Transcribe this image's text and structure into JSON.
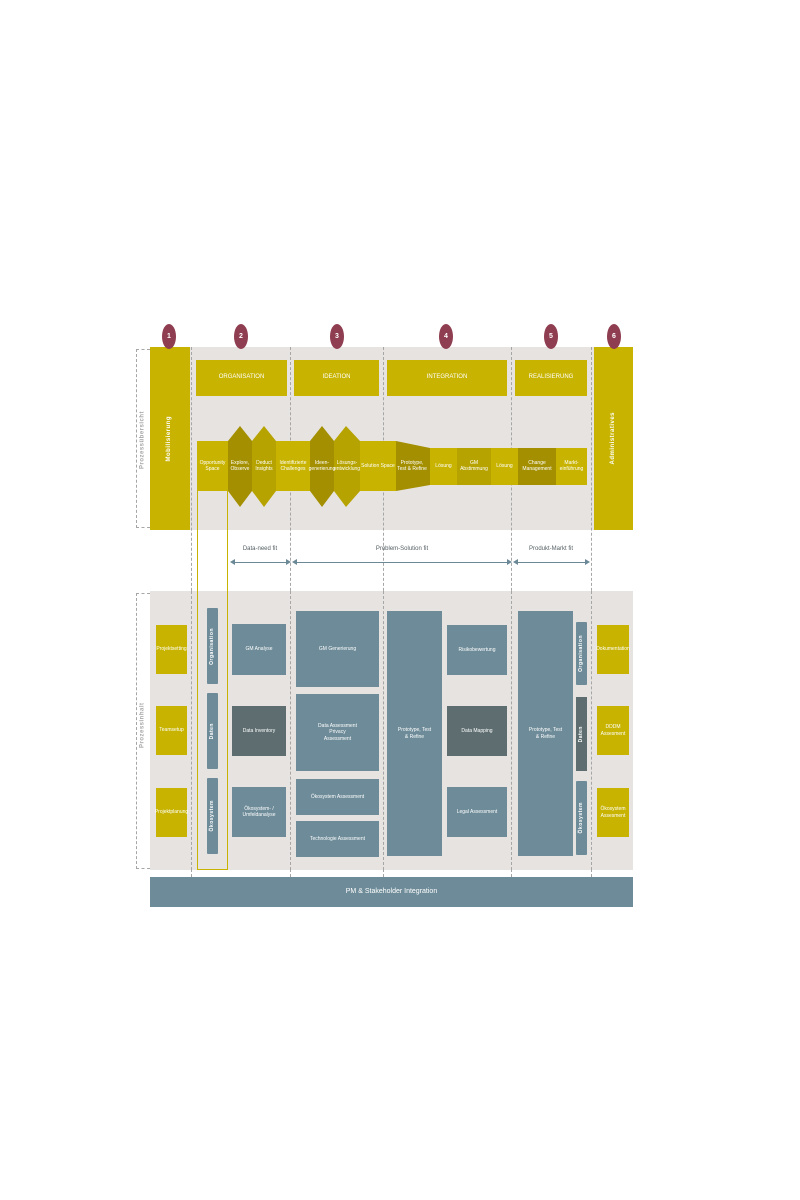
{
  "phases": [
    {
      "number": "1"
    },
    {
      "number": "2",
      "label": "ORGANISATION"
    },
    {
      "number": "3",
      "label": "IDEATION"
    },
    {
      "number": "4",
      "label": "INTEGRATION"
    },
    {
      "number": "5",
      "label": "REALISIERUNG"
    },
    {
      "number": "6"
    }
  ],
  "side_labels": {
    "overview": "Prozessübersicht",
    "content": "Prozessinhalt",
    "mobilisierung": "Mobilisierung",
    "administratives": "Administratives"
  },
  "process_steps": [
    "Opportunity Space",
    "Explore, Observe",
    "Deduct Insights",
    "Identifizierte Challenges",
    "Ideen-generierung",
    "Lösungs-entwicklung",
    "Solution Space",
    "Prototype, Test & Refine",
    "Lösung",
    "GM Abstimmung",
    "Lösung",
    "Change Management",
    "Markt-einführung"
  ],
  "fits": [
    "Data-need fit",
    "Problem-Solution fit",
    "Produkt-Markt fit"
  ],
  "left_items": [
    "Projektsetting",
    "Teamsetup",
    "Projektplanung"
  ],
  "right_items": [
    "Dokumentation",
    "DDDM Assesment",
    "Ökosystem Assesment"
  ],
  "vertical_pills": [
    "Organisation",
    "Daten",
    "Ökosystem"
  ],
  "content_boxes": {
    "gm_analyse": "GM Analyse",
    "data_inventory": "Data Inventory",
    "oekosystem_umfeld": "Ökosystem- / Umfeldanalyse",
    "gm_generierung": "GM Generierung",
    "data_privacy": "Data Assessment Privacy Assessment",
    "oekosystem_assessment": "Ökosystem Assessment",
    "technologie_assessment": "Technologie Assessment",
    "prototype_mid": "Prototype, Test & Refine",
    "risikobewertung": "Risikobewertung",
    "data_mapping": "Data Mapping",
    "legal_assessment": "Legal Assessment",
    "prototype_right": "Prototype, Test & Refine"
  },
  "bottom_bar": "PM & Stakeholder Integration"
}
